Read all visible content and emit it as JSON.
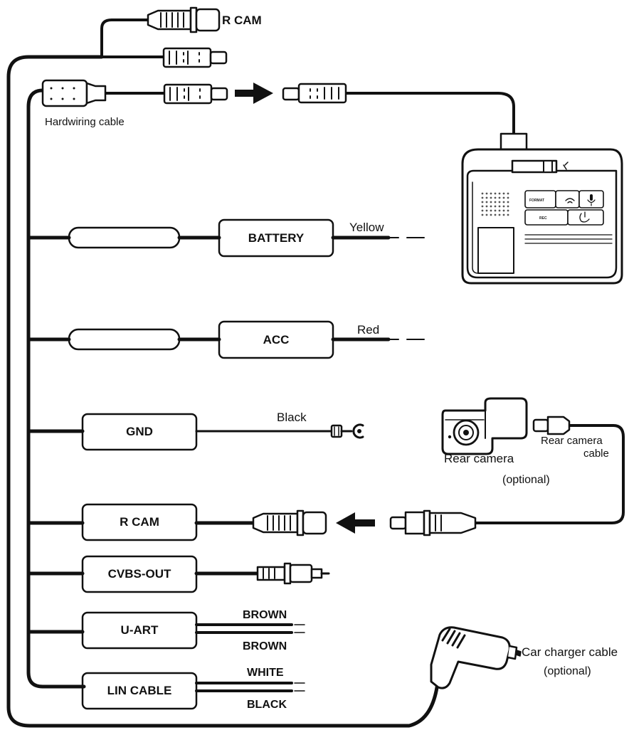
{
  "labels": {
    "top_rcam": "R CAM",
    "hardwiring": "Hardwiring cable",
    "battery": "BATTERY",
    "yellow": "Yellow",
    "acc": "ACC",
    "red": "Red",
    "gnd": "GND",
    "black_wire": "Black",
    "rcam": "R CAM",
    "cvbs": "CVBS-OUT",
    "uart": "U-ART",
    "brown_top": "BROWN",
    "brown_bottom": "BROWN",
    "lin": "LIN CABLE",
    "white": "WHITE",
    "black_bottom": "BLACK",
    "rear_camera": "Rear camera",
    "rear_camera_cable_line1": "Rear camera",
    "rear_camera_cable_line2": "cable",
    "rear_optional": "(optional)",
    "car_charger": "Car charger cable",
    "charger_optional": "(optional)"
  },
  "device_buttons": {
    "format": "FORMAT",
    "rec": "REC"
  }
}
